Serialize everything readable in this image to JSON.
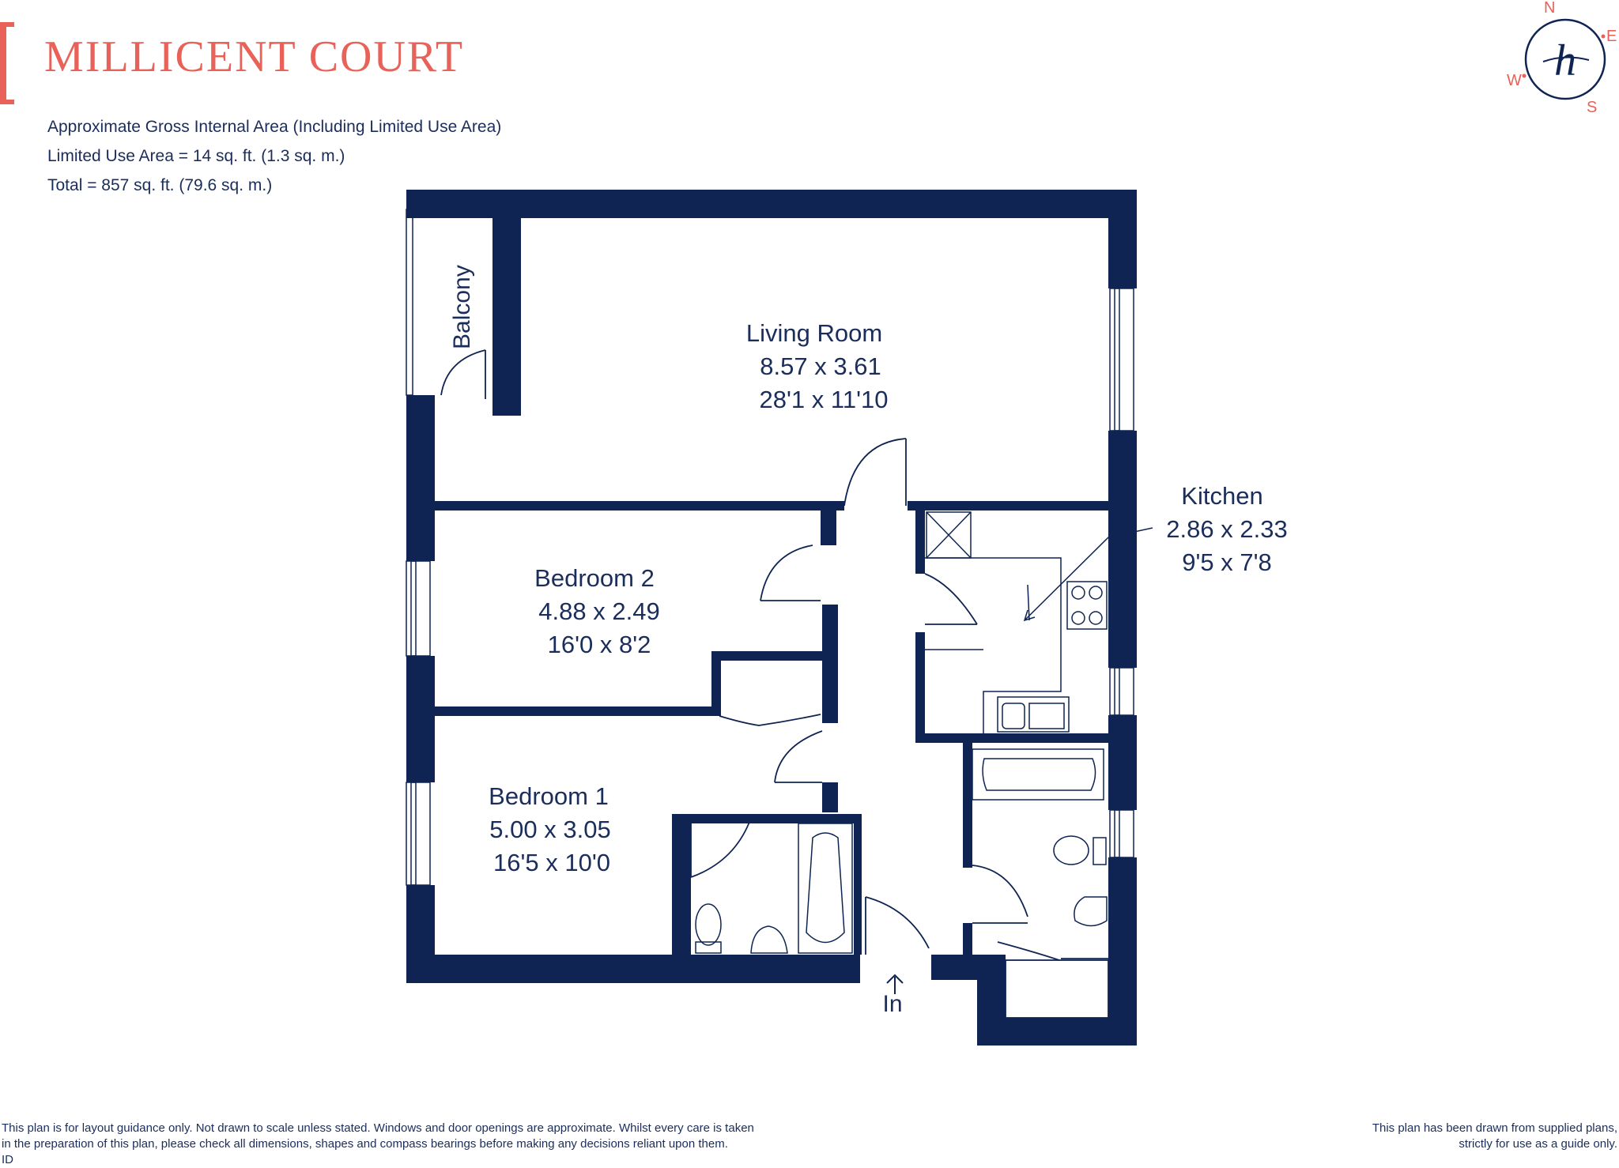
{
  "header": {
    "title": "MILLICENT COURT",
    "area_lines": [
      "Approximate Gross Internal Area (Including Limited Use Area)",
      "Limited Use Area  =  14 sq. ft. (1.3 sq. m.)",
      "Total  =  857 sq. ft. (79.6 sq. m.)"
    ]
  },
  "compass": {
    "n": "N",
    "e": "E",
    "s": "S",
    "w": "W",
    "logo_glyph": "h"
  },
  "rooms": {
    "living": {
      "name": "Living Room",
      "metric": "8.57 x 3.61",
      "imperial": "28'1 x 11'10"
    },
    "kitchen": {
      "name": "Kitchen",
      "metric": "2.86 x 2.33",
      "imperial": "9'5 x 7'8"
    },
    "bedroom2": {
      "name": "Bedroom 2",
      "metric": "4.88 x 2.49",
      "imperial": "16'0 x 8'2"
    },
    "bedroom1": {
      "name": "Bedroom 1",
      "metric": "5.00 x 3.05",
      "imperial": "16'5 x 10'0"
    },
    "balcony": {
      "name": "Balcony"
    },
    "entrance": {
      "label": "In"
    }
  },
  "footer": {
    "left_lines": [
      "This plan is for layout guidance only. Not drawn to scale unless stated. Windows and door openings are approximate. Whilst every care is taken",
      "in the preparation of this plan, please check all dimensions, shapes and compass bearings before making any decisions reliant upon them.",
      "ID"
    ],
    "right_lines": [
      "This plan has been drawn from supplied plans,",
      "strictly for use as a guide only."
    ]
  },
  "colors": {
    "wall": "#0f2453",
    "accent": "#e8625a",
    "text": "#1b2d5a"
  }
}
